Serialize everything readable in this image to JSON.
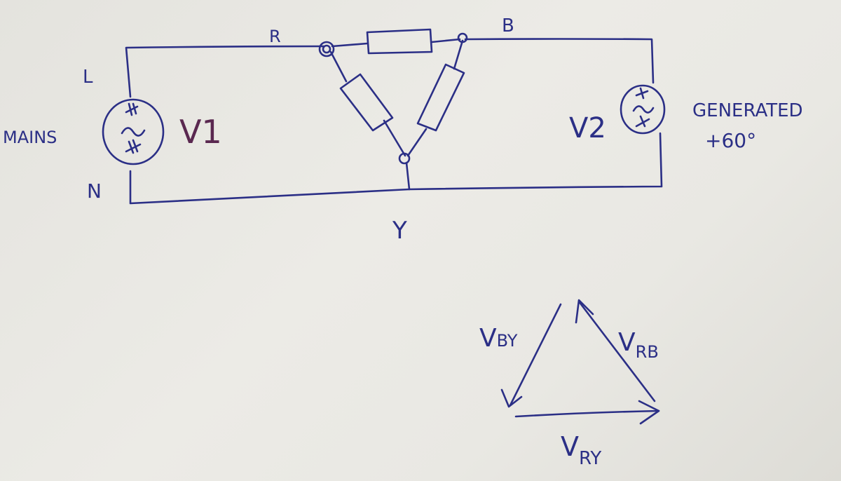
{
  "colors": {
    "ink": "#2b2f86",
    "ink_accent": "#5a2850",
    "paper": "#e9e8e3"
  },
  "diagram": {
    "nodes": {
      "R": "R",
      "B": "B",
      "Y": "Y"
    },
    "source_left": {
      "name": "V1",
      "label": "MAINS",
      "terminal_top": "L",
      "terminal_bottom": "N"
    },
    "source_right": {
      "name": "V2",
      "note_line1": "GENERATED",
      "note_line2": "+60°"
    },
    "phasors": {
      "vby": {
        "main": "V",
        "sub": "BY"
      },
      "vrb": {
        "main": "V",
        "sub": "RB"
      },
      "vry": {
        "main": "V",
        "sub": "RY"
      }
    }
  }
}
